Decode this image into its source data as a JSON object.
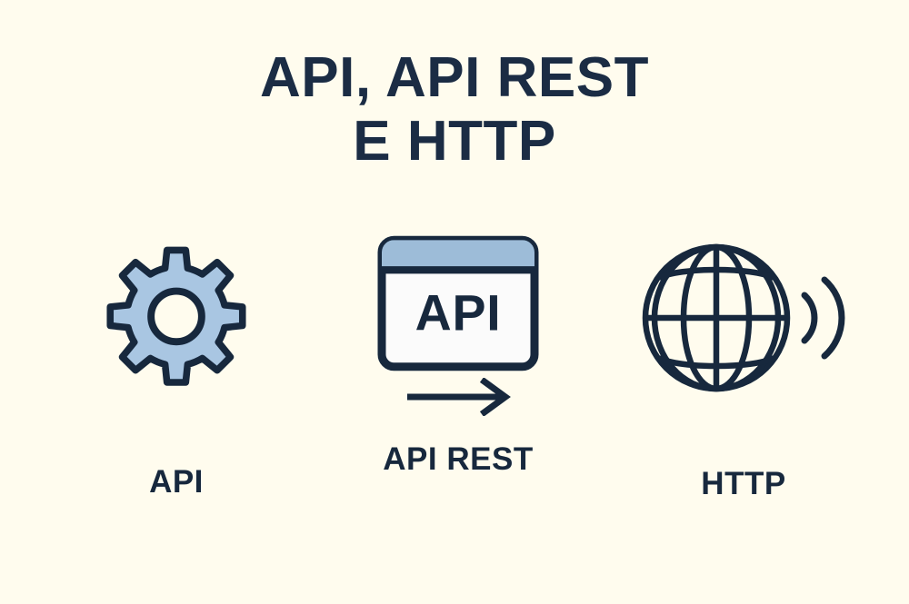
{
  "page": {
    "background_color": "#fffcee",
    "ink_color": "#17283d",
    "accent_blue": "#a9c6e2",
    "title_bar_blue": "#9dbcd8",
    "card_body_color": "#fbfbfb"
  },
  "title": {
    "line1": "API, API REST",
    "line2": "E HTTP",
    "full_text": "API, API REST E HTTP",
    "color": "#1b2c44"
  },
  "columns": [
    {
      "id": "api",
      "icon": "gear-icon",
      "label": "API",
      "icon_fill": "#a9c6e2",
      "icon_stroke": "#17283d",
      "gear_teeth": 8
    },
    {
      "id": "api-rest",
      "icon": "api-window-icon",
      "label": "API REST",
      "card_text": "API",
      "card_title_bar_color": "#9dbcd8",
      "card_body_color": "#fbfbfb",
      "icon_stroke": "#17283d",
      "sub_icon": "arrow-right-icon"
    },
    {
      "id": "http",
      "icon": "globe-icon",
      "label": "HTTP",
      "icon_stroke": "#17283d",
      "sub_icon": "signal-waves-icon",
      "signal_arc_count": 2
    }
  ]
}
